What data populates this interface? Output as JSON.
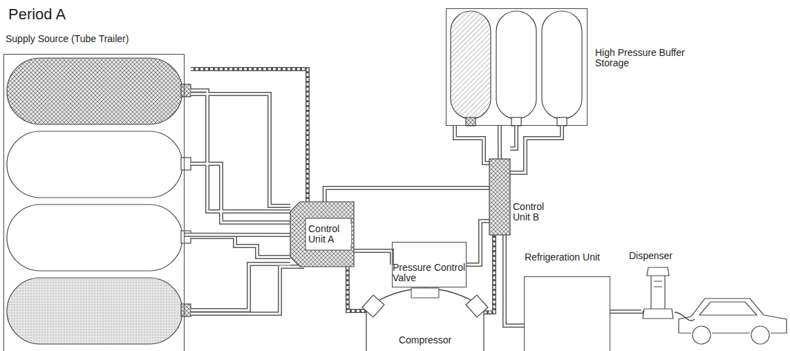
{
  "diagram": {
    "title": "Period A",
    "nodes": [
      {
        "text": [
          "Supply Source (Tube Trailer)"
        ]
      },
      {
        "text": [
          "Control Unit A"
        ]
      },
      {
        "text": [
          "Pressure Control Valve"
        ]
      },
      {
        "text": [
          "Compressor"
        ]
      },
      {
        "text": [
          "High Pressure Buffer Storage"
        ]
      },
      {
        "text": [
          "Control Unit B"
        ]
      },
      {
        "text": [
          "Refrigeration Unit"
        ]
      },
      {
        "text": [
          "Dispenser"
        ]
      }
    ],
    "edges": [
      {
        "from": 0,
        "to": 1,
        "arrow": "none"
      },
      {
        "from": 1,
        "to": 2,
        "arrow": "none"
      },
      {
        "from": 2,
        "to": 5,
        "arrow": "none"
      },
      {
        "from": 1,
        "to": 5,
        "arrow": "none"
      },
      {
        "from": 1,
        "to": 3,
        "arrow": "none"
      },
      {
        "from": 3,
        "to": 5,
        "arrow": "none"
      },
      {
        "from": 5,
        "to": 4,
        "arrow": "none"
      },
      {
        "from": 5,
        "to": 6,
        "arrow": "none"
      },
      {
        "from": 6,
        "to": 7,
        "arrow": "none"
      }
    ]
  }
}
